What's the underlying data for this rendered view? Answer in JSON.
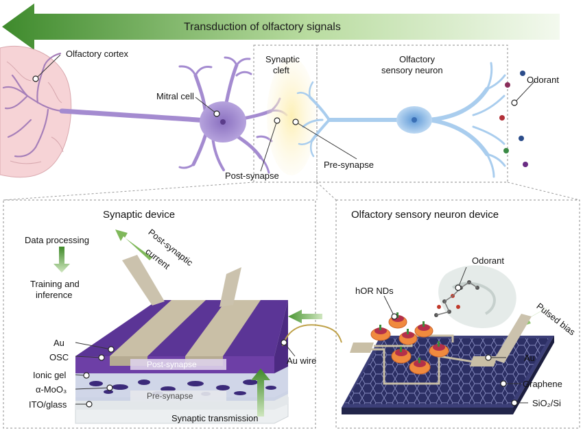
{
  "banner": {
    "text": "Transduction of olfactory signals",
    "colors": {
      "dark_green": "#3e8a2c",
      "light_green": "#eaf4df"
    }
  },
  "top": {
    "olfactory_cortex": "Olfactory cortex",
    "mitral_cell": "Mitral cell",
    "synaptic_cleft": [
      "Synaptic",
      "cleft"
    ],
    "olfactory_sensory_neuron": [
      "Olfactory",
      "sensory neuron"
    ],
    "odorant": "Odorant",
    "post_synapse": "Post-synapse",
    "pre_synapse": "Pre-synapse"
  },
  "synaptic_device": {
    "title": "Synaptic device",
    "data_processing": "Data processing",
    "training": [
      "Training and",
      "inference"
    ],
    "post_synaptic_current": [
      "Post-synaptic",
      "current"
    ],
    "layers": [
      "Au",
      "OSC",
      "Ionic gel",
      "α-MoO₃",
      "ITO/glass"
    ],
    "post_synapse_bar": "Post-synapse",
    "pre_synapse_bar": "Pre-synapse",
    "au_wire": "Au wire",
    "synaptic_transmission": "Synaptic transmission"
  },
  "osn_device": {
    "title": "Olfactory sensory neuron device",
    "odorant": "Odorant",
    "hor_nds": "hOR NDs",
    "pulsed_bias": "Pulsed bias",
    "au": "Au",
    "graphene": "Graphene",
    "substrate": "SiO₂/Si"
  },
  "colors": {
    "mitral": "#9b82c4",
    "osn": "#a9cdee",
    "brain": "#f3cbcf",
    "brain_line": "#a67fb9",
    "cleft": "#fdefb8",
    "osc_purple": "#6d3fa6",
    "au_gold": "#c9bfa6",
    "graphene_dark": "#2f3269",
    "arrow_green": "#6fae4a"
  }
}
